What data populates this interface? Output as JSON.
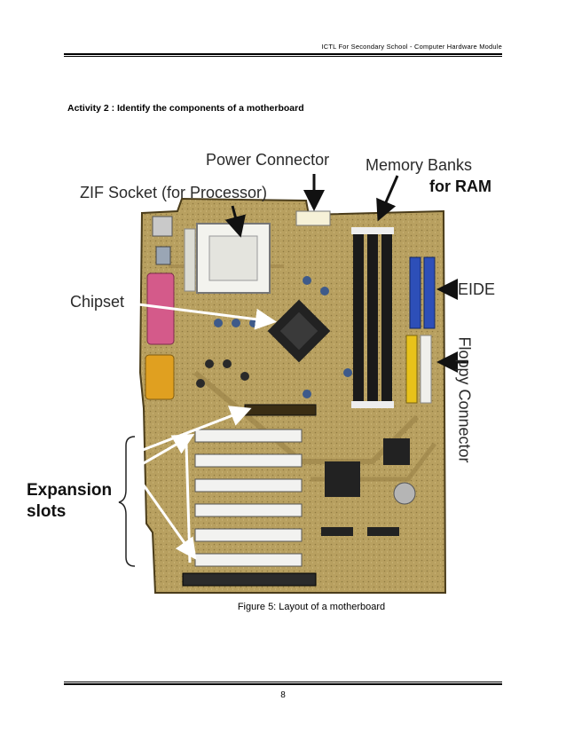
{
  "header": {
    "text": "ICTL For Secondary School -  Computer Hardware Module"
  },
  "activity": {
    "title": "Activity 2 : Identify the components of a motherboard"
  },
  "figure": {
    "labels": {
      "power_connector": "Power Connector",
      "memory_banks": "Memory Banks",
      "for_ram": "for RAM",
      "zif_socket": "ZIF Socket (for Processor)",
      "chipset": "Chipset",
      "eide": "EIDE",
      "floppy_connector": "Floppy Connector",
      "expansion_slots_line1": "Expansion",
      "expansion_slots_line2": "slots"
    },
    "caption": "Figure 5: Layout of a motherboard"
  },
  "footer": {
    "page_number": "8"
  },
  "colors": {
    "pcb": "#b59a5a",
    "pcb_dark": "#6e5a2a",
    "ram_slot": "#1a1a1a",
    "eide": "#2d4fb8",
    "floppy_yellow": "#e8c21a",
    "parallel_port": "#d45a8a",
    "serial_port": "#e0a020",
    "pci_slot": "#f2f2f0",
    "chip": "#222222"
  }
}
